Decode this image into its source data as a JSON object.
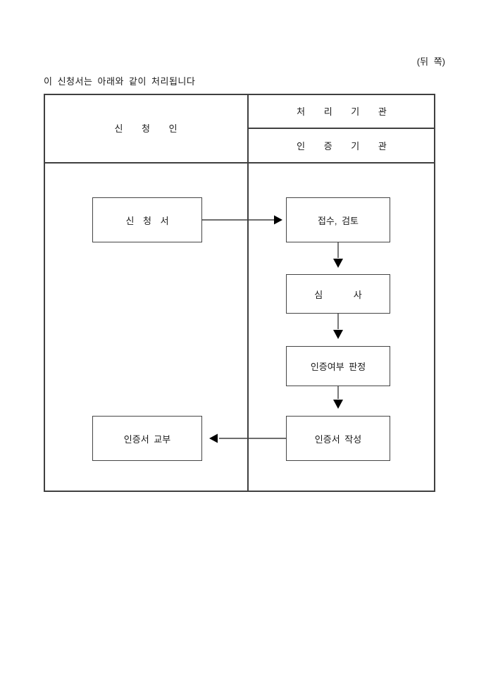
{
  "page": {
    "back_note": "(뒤 쪽)",
    "title": "이 신청서는 아래와 같이 처리됩니다"
  },
  "table": {
    "applicant_header": "신 청 인",
    "processing_header": "처 리 기 관",
    "certification_header": "인 증 기 관"
  },
  "flow": {
    "boxes": [
      {
        "id": "application",
        "label": "신 청 서",
        "column": "applicant"
      },
      {
        "id": "receipt-review",
        "label": "접수, 검토",
        "column": "certification"
      },
      {
        "id": "examination",
        "label": "심 사",
        "column": "certification"
      },
      {
        "id": "decision",
        "label": "인증여부 판정",
        "column": "certification"
      },
      {
        "id": "certificate-creation",
        "label": "인증서 작성",
        "column": "certification"
      },
      {
        "id": "certificate-issuance",
        "label": "인증서 교부",
        "column": "applicant"
      }
    ],
    "connections": [
      {
        "from": "application",
        "to": "receipt-review",
        "direction": "right"
      },
      {
        "from": "receipt-review",
        "to": "examination",
        "direction": "down"
      },
      {
        "from": "examination",
        "to": "decision",
        "direction": "down"
      },
      {
        "from": "decision",
        "to": "certificate-creation",
        "direction": "down"
      },
      {
        "from": "certificate-creation",
        "to": "certificate-issuance",
        "direction": "left"
      }
    ]
  },
  "colors": {
    "background": "#ffffff",
    "line": "#3f3f3f",
    "text": "#1a1a1a",
    "arrowhead": "#000000"
  }
}
